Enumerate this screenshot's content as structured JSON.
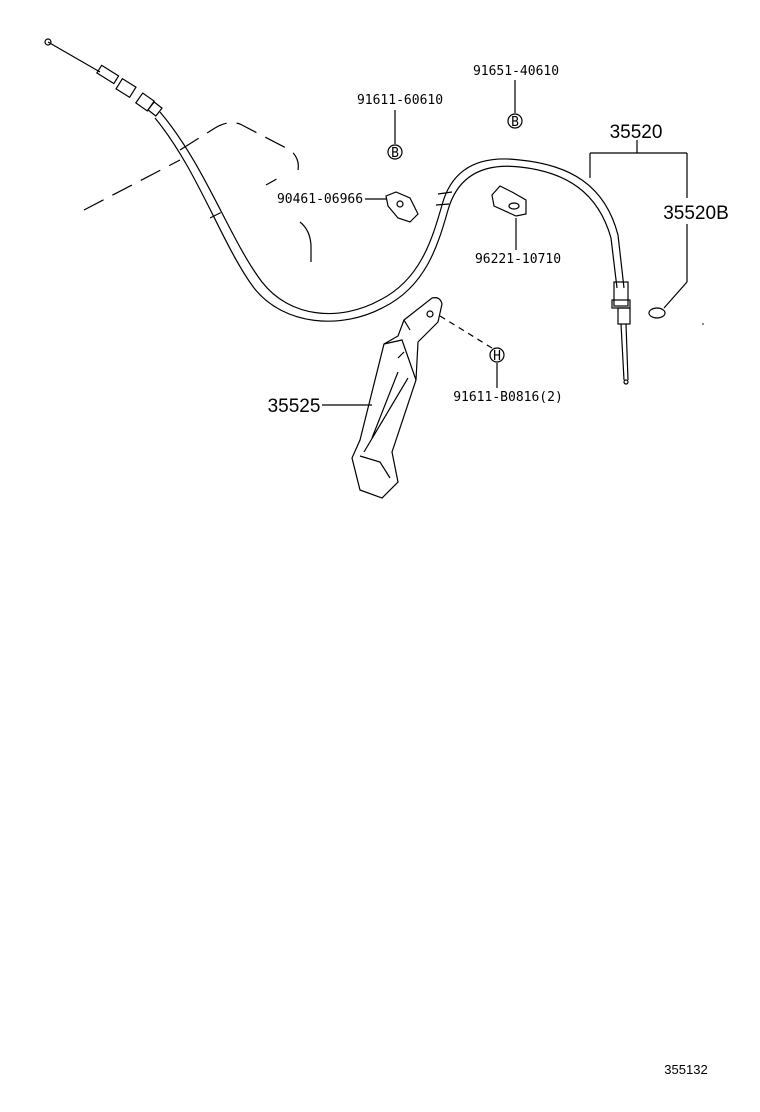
{
  "labels": {
    "p1": "91611-60610",
    "p2": "91651-40610",
    "p3": "35520",
    "p4": "35520B",
    "p5": "90461-06966",
    "p6": "96221-10710",
    "p7": "35525",
    "p8": "91611-B0816(2)",
    "ref": "355132"
  },
  "callout_glyphs": {
    "b1": "B",
    "b2": "B",
    "b3": "H"
  }
}
